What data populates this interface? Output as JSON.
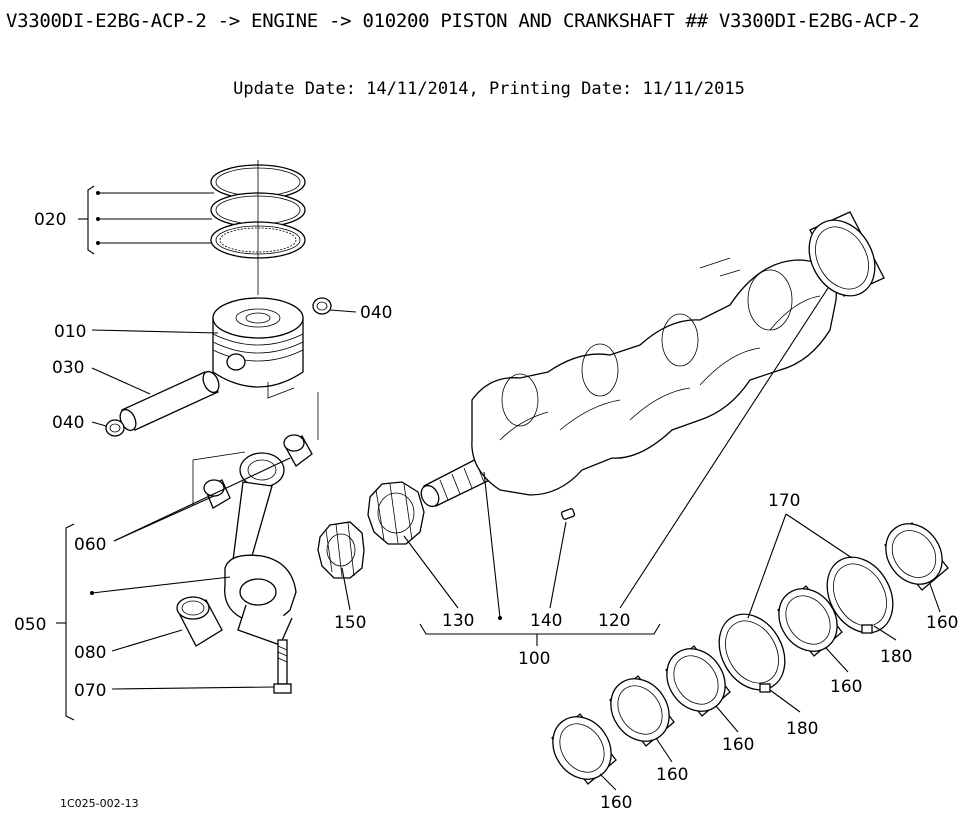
{
  "header": {
    "title": "V3300DI-E2BG-ACP-2 -> ENGINE -> 010200 PISTON AND CRANKSHAFT ## V3300DI-E2BG-ACP-2",
    "dates": "Update Date: 14/11/2014, Printing Date: 11/11/2015"
  },
  "callouts": {
    "c010": "010",
    "c020": "020",
    "c030": "030",
    "c040a": "040",
    "c040b": "040",
    "c050": "050",
    "c060": "060",
    "c070": "070",
    "c080": "080",
    "c100": "100",
    "c120": "120",
    "c130": "130",
    "c140": "140",
    "c150": "150",
    "c160a": "160",
    "c160b": "160",
    "c160c": "160",
    "c160d": "160",
    "c160e": "160",
    "c170": "170",
    "c180a": "180",
    "c180b": "180"
  },
  "footer": {
    "drawing_ref": "1C025-002-13"
  }
}
